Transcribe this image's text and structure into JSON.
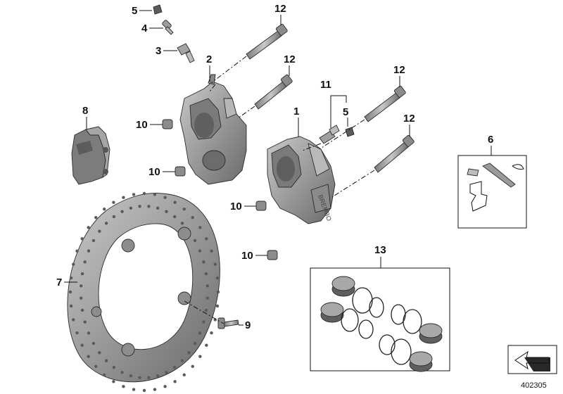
{
  "diagram_number": "402305",
  "callouts": {
    "c1": "1",
    "c2": "2",
    "c3": "3",
    "c4": "4",
    "c5a": "5",
    "c5b": "5",
    "c6": "6",
    "c7": "7",
    "c8": "8",
    "c9": "9",
    "c10a": "10",
    "c10b": "10",
    "c10c": "10",
    "c10d": "10",
    "c11": "11",
    "c12a": "12",
    "c12b": "12",
    "c12c": "12",
    "c12d": "12",
    "c13": "13"
  },
  "colors": {
    "part_fill": "#9a9a9a",
    "part_dark": "#6e6e6e",
    "part_light": "#c4c4c4",
    "line": "#111111"
  }
}
